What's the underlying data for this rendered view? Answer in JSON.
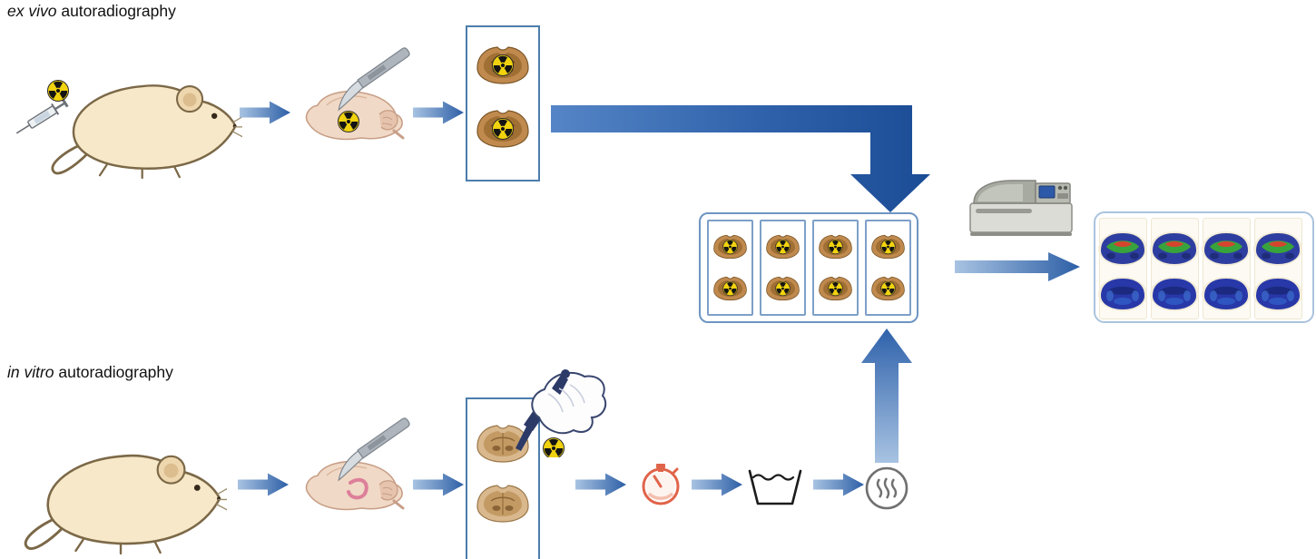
{
  "labels": {
    "top": {
      "italic": "ex vivo",
      "rest": " autoradiography"
    },
    "bottom": {
      "italic": "in vitro",
      "rest": " autoradiography"
    }
  },
  "workflows": {
    "ex_vivo": {
      "steps": [
        "radiotracer injection (syringe with radiation symbol)",
        "mouse",
        "brain removal with scalpel (radioactive brain)",
        "slide with two radioactive brain sections",
        "exposure cassette with four slides",
        "phosphor imager",
        "pseudocolor autoradiograms"
      ]
    },
    "in_vitro": {
      "steps": [
        "mouse",
        "brain removal with scalpel",
        "slide with two brain sections",
        "radioligand pipetting by gloved hand",
        "incubation time (stopwatch)",
        "washing (basin)",
        "drying",
        "exposure cassette with four slides",
        "phosphor imager",
        "pseudocolor autoradiograms"
      ]
    }
  },
  "icons": {
    "syringe-icon": "syringe",
    "radiation-icon": "radioactive trefoil",
    "mouse-icon": "laboratory mouse",
    "scalpel-icon": "scalpel",
    "brain-icon": "dissected rodent brain",
    "brain-section-icon": "coronal brain section",
    "pipette-hand-icon": "gloved hand with pipette",
    "stopwatch-icon": "incubation timer",
    "wash-basin-icon": "wash basin",
    "dry-icon": "drying steam circle",
    "phosphor-imager-icon": "imaging scanner",
    "autoradiogram-icon": "pseudocolor autoradiogram brain",
    "flow-arrow-icon": "blue gradient arrow"
  },
  "colors": {
    "arrow_light": "#a8c3e2",
    "arrow_dark": "#2d5fa6",
    "elbow_light": "#5585c6",
    "elbow_dark": "#1b4c95",
    "slide_border": "#4c7dad",
    "cassette_border": "#6e95c2",
    "panel_border": "#aac3dd",
    "radiation_yellow": "#f1d20e",
    "stopwatch_orange": "#e0644a",
    "mouse_fill": "#f6e8c8",
    "section_brown": "#c08a4f",
    "autorad_blue": "#2e3ea0",
    "autorad_green": "#38a33c",
    "autorad_red": "#d4452d"
  }
}
